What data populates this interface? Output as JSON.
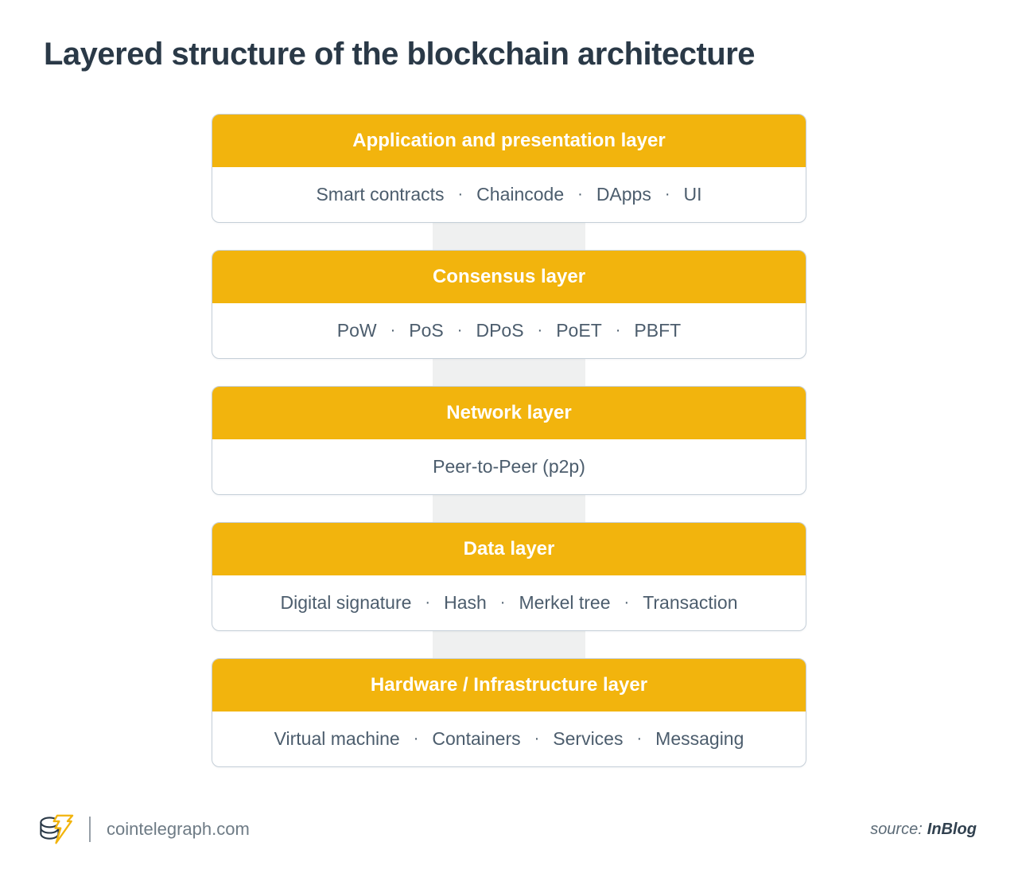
{
  "title": "Layered structure of the blockchain architecture",
  "separator": "·",
  "layers": [
    {
      "name": "Application and presentation layer",
      "items": [
        "Smart contracts",
        "Chaincode",
        "DApps",
        "UI"
      ]
    },
    {
      "name": "Consensus layer",
      "items": [
        "PoW",
        "PoS",
        "DPoS",
        "PoET",
        "PBFT"
      ]
    },
    {
      "name": "Network layer",
      "items": [
        "Peer-to-Peer (p2p)"
      ]
    },
    {
      "name": "Data layer",
      "items": [
        "Digital signature",
        "Hash",
        "Merkel tree",
        "Transaction"
      ]
    },
    {
      "name": "Hardware / Infrastructure layer",
      "items": [
        "Virtual machine",
        "Containers",
        "Services",
        "Messaging"
      ]
    }
  ],
  "footer": {
    "site": "cointelegraph.com",
    "source_label": "source:",
    "source_name": "InBlog"
  },
  "colors": {
    "accent": "#F2B40D",
    "title": "#2A3947",
    "body_text": "#4C5D6D",
    "border": "#C5CFD8",
    "band": "#EFF0F0",
    "logo_dark": "#2A3947"
  }
}
